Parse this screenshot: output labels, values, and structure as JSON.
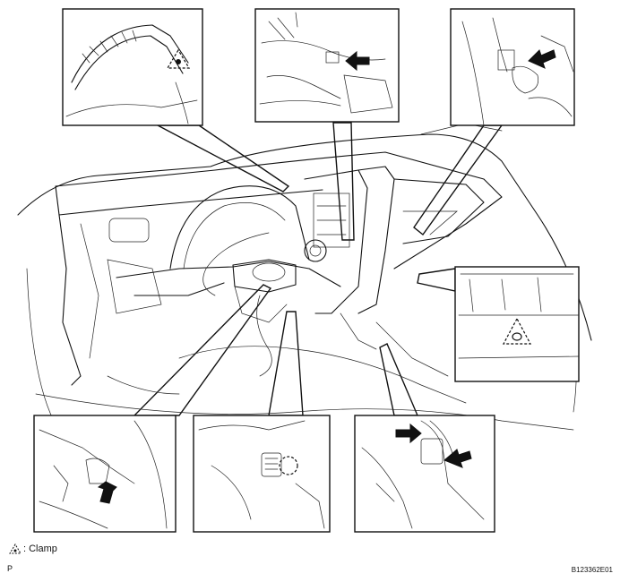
{
  "legend": {
    "symbol": "clamp-triangle-icon",
    "label": ": Clamp"
  },
  "corner_mark": "P",
  "figure_code": "B123362E01",
  "colors": {
    "ink": "#111111",
    "background": "#ffffff"
  }
}
